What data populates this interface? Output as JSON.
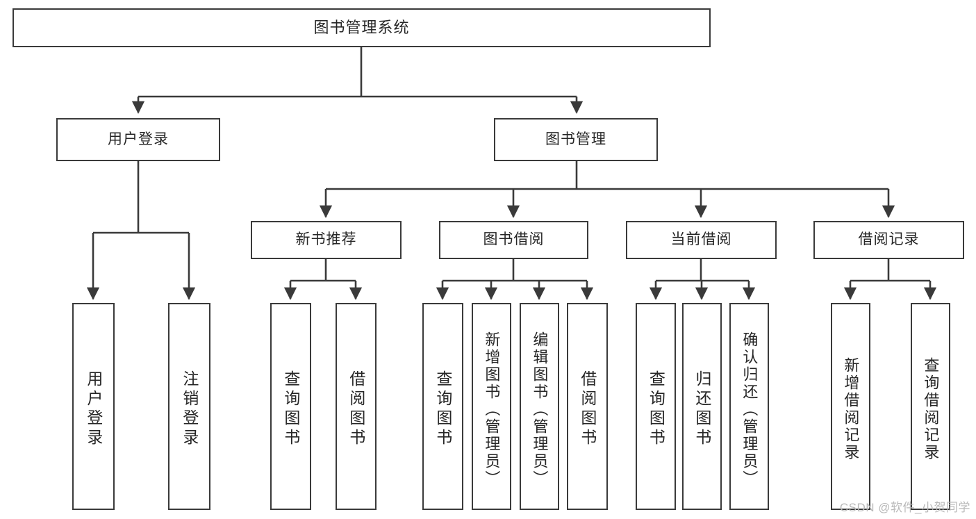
{
  "diagram": {
    "title": "图书管理系统",
    "type": "tree",
    "watermark": "CSDN @软件_小贺同学",
    "colors": {
      "stroke": "#3a3a3a",
      "fill": "#ffffff",
      "text": "#262626",
      "watermark": "#b9b9b9"
    },
    "levels": {
      "root": {
        "label": "图书管理系统"
      },
      "level2": [
        {
          "label": "用户登录"
        },
        {
          "label": "图书管理"
        }
      ],
      "level3": [
        {
          "label": "新书推荐"
        },
        {
          "label": "图书借阅"
        },
        {
          "label": "当前借阅"
        },
        {
          "label": "借阅记录"
        }
      ],
      "leaves": [
        {
          "label": "用户登录",
          "parent": "用户登录"
        },
        {
          "label": "注销登录",
          "parent": "用户登录"
        },
        {
          "label": "查询图书",
          "parent": "新书推荐"
        },
        {
          "label": "借阅图书",
          "parent": "新书推荐"
        },
        {
          "label": "查询图书",
          "parent": "图书借阅"
        },
        {
          "label": "新增图书（管理员）",
          "parent": "图书借阅"
        },
        {
          "label": "编辑图书（管理员）",
          "parent": "图书借阅"
        },
        {
          "label": "借阅图书",
          "parent": "图书借阅"
        },
        {
          "label": "查询图书",
          "parent": "当前借阅"
        },
        {
          "label": "归还图书",
          "parent": "当前借阅"
        },
        {
          "label": "确认归还（管理员）",
          "parent": "当前借阅"
        },
        {
          "label": "新增借阅记录",
          "parent": "借阅记录"
        },
        {
          "label": "查询借阅记录",
          "parent": "借阅记录"
        }
      ]
    }
  }
}
